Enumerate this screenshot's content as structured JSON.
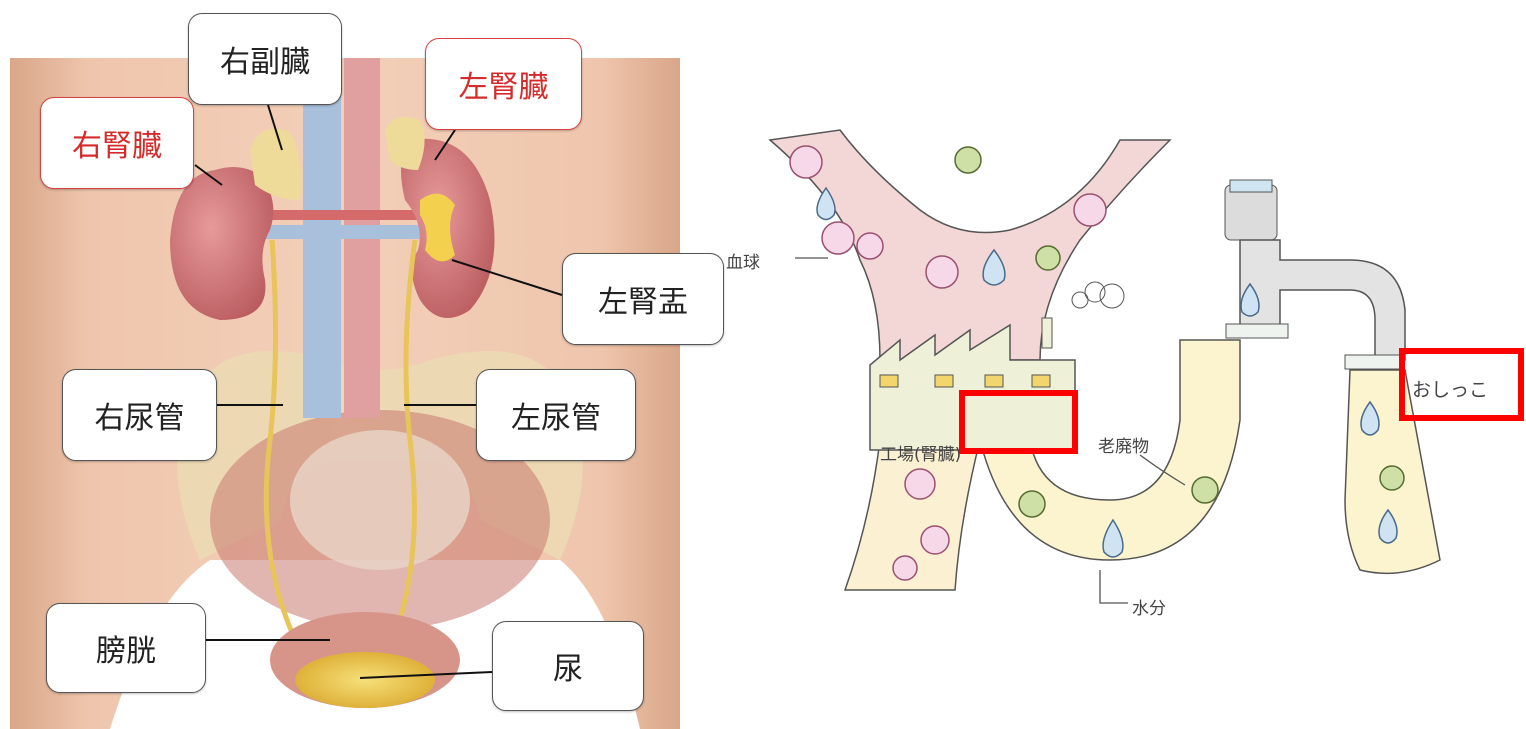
{
  "anatomy": {
    "labels": {
      "right_adrenal": "右副臓",
      "left_kidney": "左腎臓",
      "right_kidney": "右腎臓",
      "left_renal_pelvis": "左腎盂",
      "right_ureter": "右尿管",
      "left_ureter": "左尿管",
      "bladder": "膀胱",
      "urine": "尿"
    },
    "highlight_color": "#d62b2b"
  },
  "kidney_diagram": {
    "labels": {
      "blood_cells": "血球",
      "factory": "工場(腎臓)",
      "waste": "老廃物",
      "water": "水分",
      "pee": "おしっこ"
    },
    "highlight_box_color": "#ff0000"
  }
}
